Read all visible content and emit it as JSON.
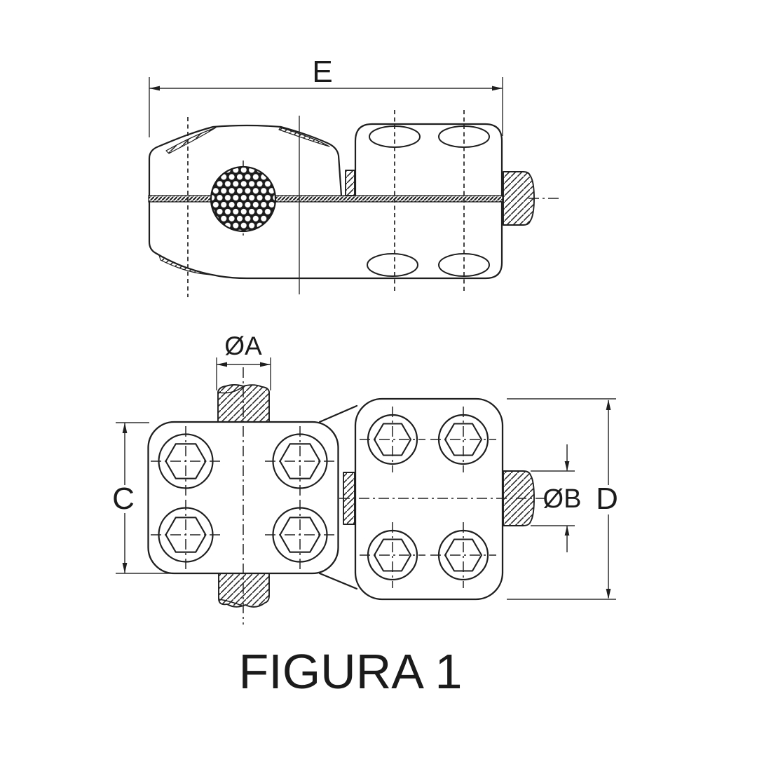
{
  "caption": "FIGURA 1",
  "labels": {
    "e": "E",
    "oa": "ØA",
    "c": "C",
    "ob": "ØB",
    "d": "D"
  },
  "colors": {
    "line": "#1f1f1f",
    "background": "#ffffff"
  }
}
